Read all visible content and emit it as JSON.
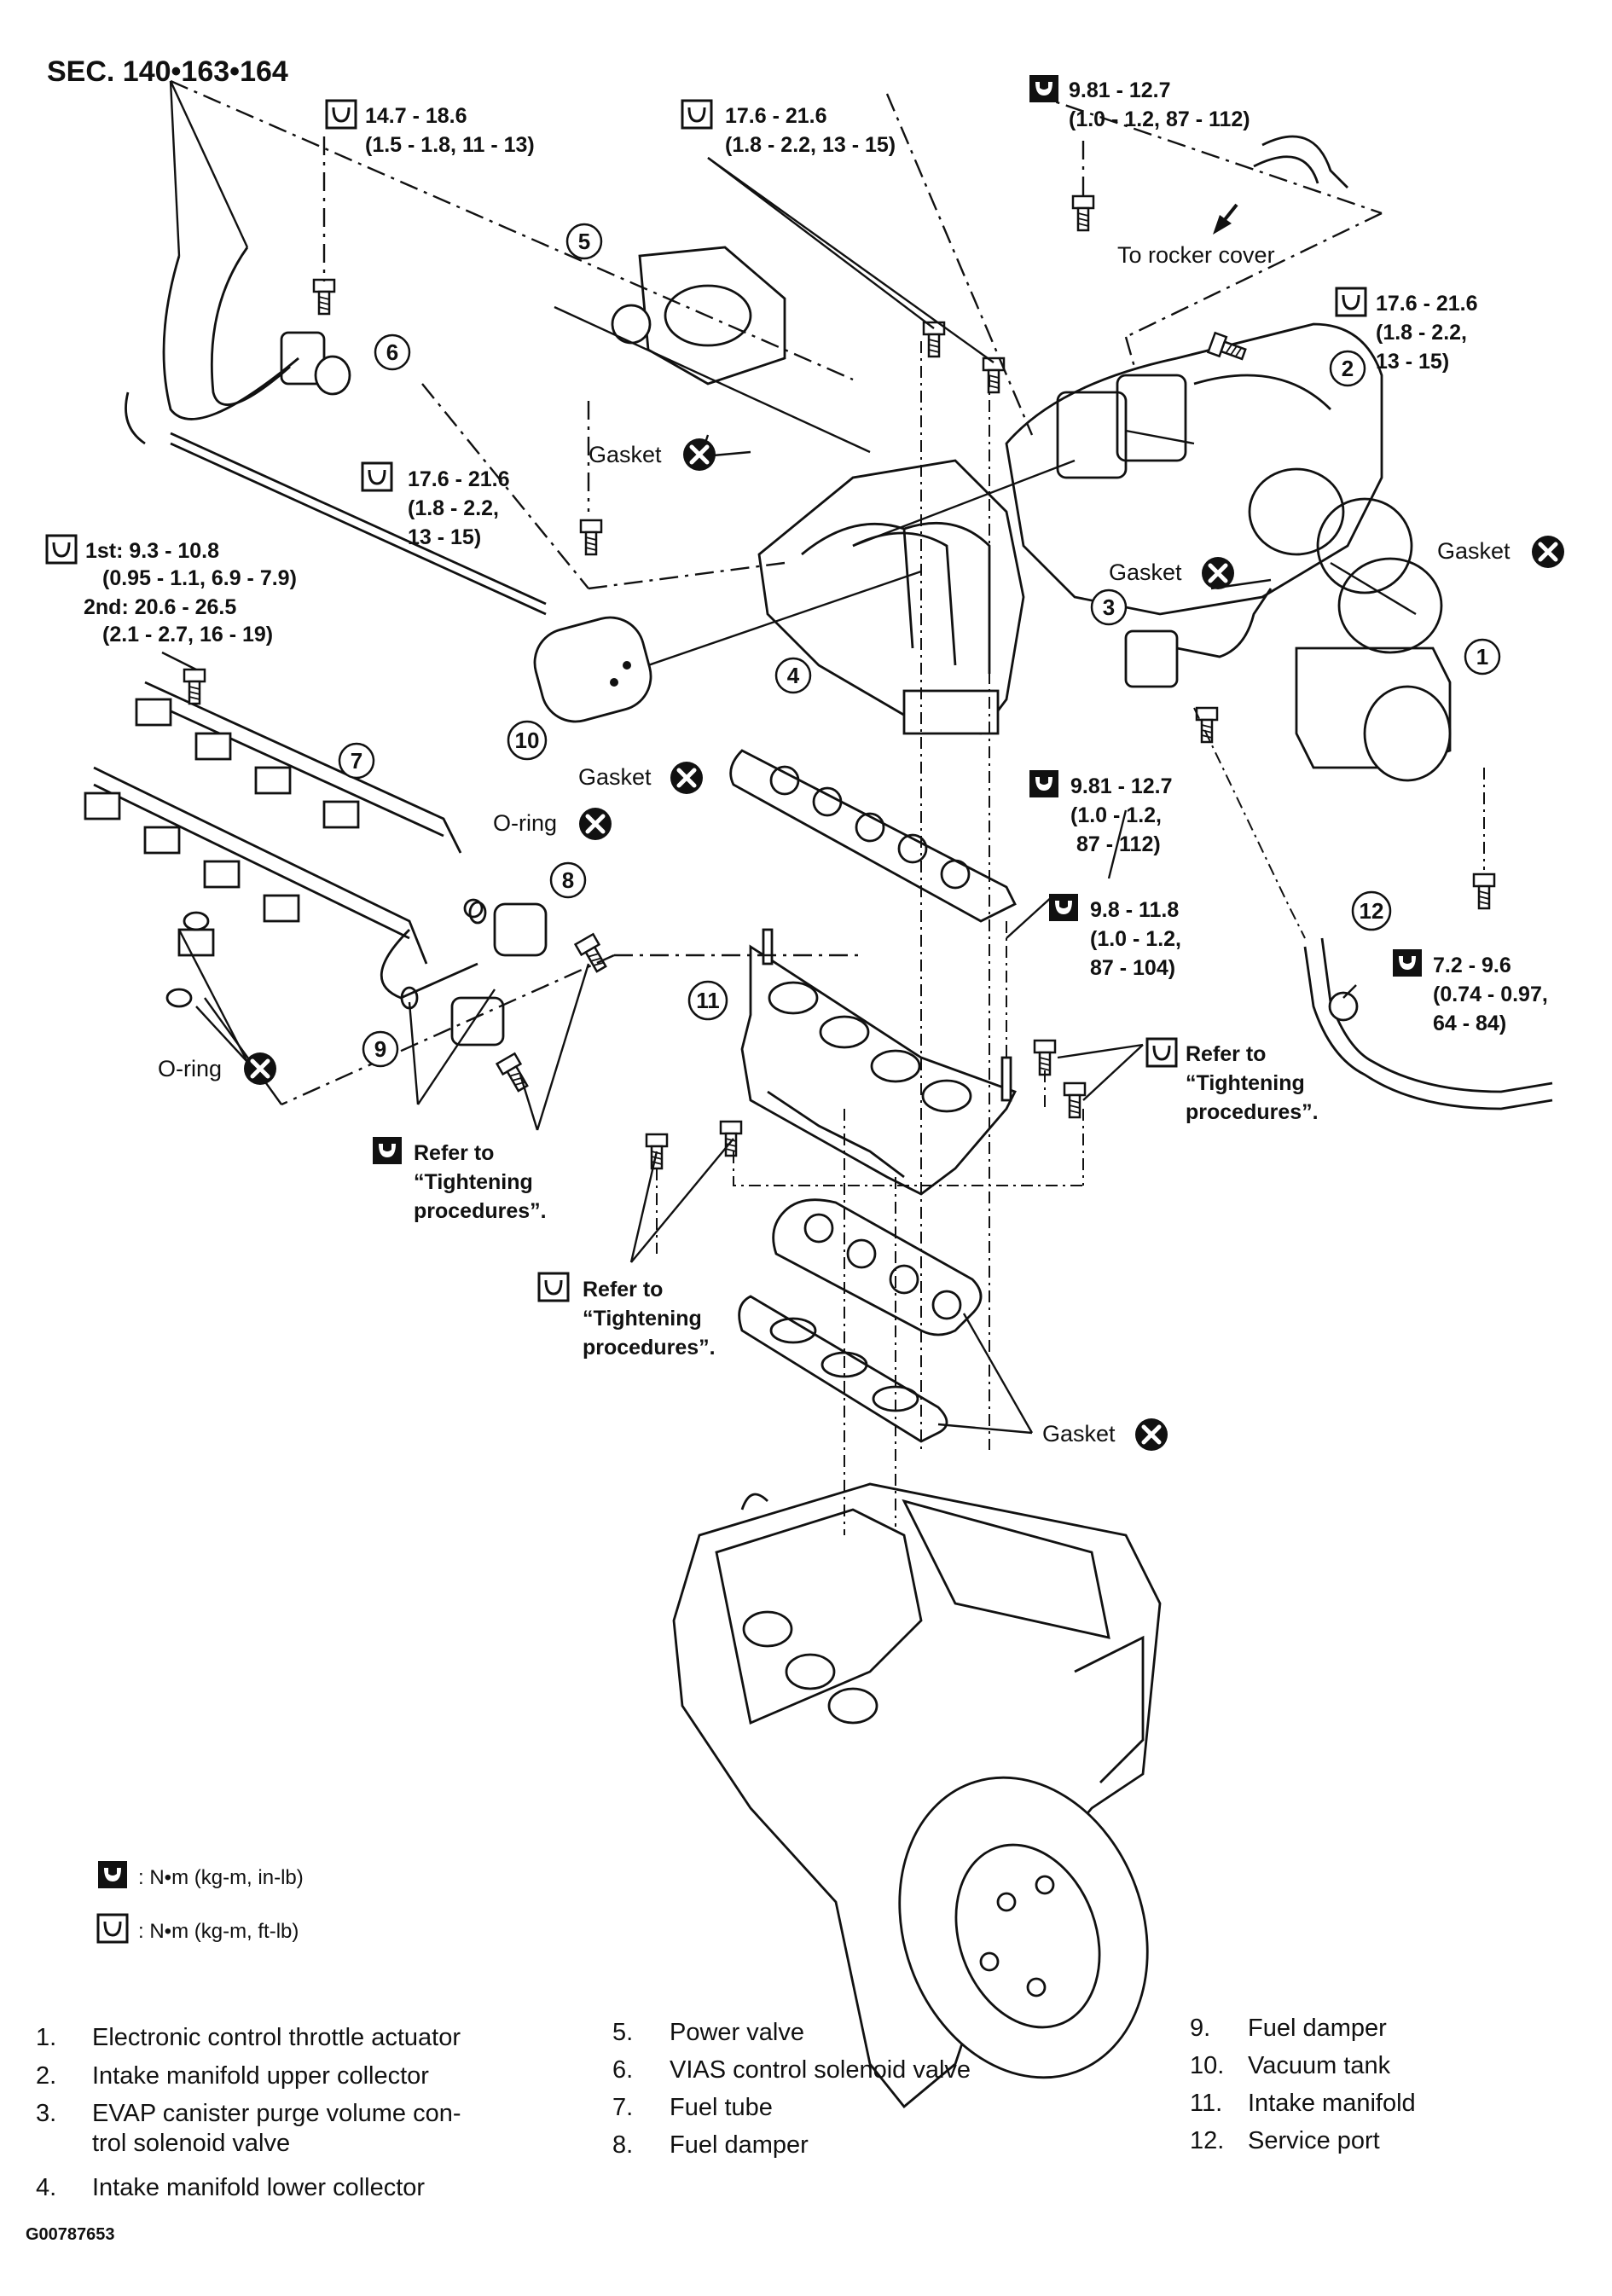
{
  "section": "SEC. 140•163•164",
  "torques": {
    "t6": {
      "l1": "14.7 - 18.6",
      "l2": "(1.5 - 1.8, 11 - 13)"
    },
    "t5": {
      "l1": "17.6 - 21.6",
      "l2": "(1.8 - 2.2, 13 - 15)"
    },
    "tTop": {
      "l1": "9.81 - 12.7",
      "l2": "(1.0 - 1.2, 87 - 112)"
    },
    "t2": {
      "l1": "17.6 - 21.6",
      "l2": "(1.8 - 2.2,",
      "l3": "13 - 15)"
    },
    "t10": {
      "l1": "17.6 - 21.6",
      "l2": "(1.8 - 2.2,",
      "l3": "13 - 15)"
    },
    "tRail": {
      "l1": "1st: 9.3 - 10.8",
      "l2": "(0.95 - 1.1, 6.9 - 7.9)",
      "l3": "2nd: 20.6 - 26.5",
      "l4": "(2.1 - 2.7, 16 - 19)"
    },
    "t3": {
      "l1": "9.81 - 12.7",
      "l2": "(1.0 - 1.2,",
      "l3": "87 - 112)"
    },
    "t11": {
      "l1": "9.8 - 11.8",
      "l2": "(1.0 - 1.2,",
      "l3": "87 - 104)"
    },
    "t12": {
      "l1": "7.2 - 9.6",
      "l2": "(0.74 - 0.97,",
      "l3": "64 - 84)"
    }
  },
  "notes": {
    "to_rocker": "To rocker cover",
    "gasket": "Gasket",
    "oring": "O-ring",
    "refer_l1": "Refer to",
    "refer_l2": "“Tightening",
    "refer_l3": "procedures”."
  },
  "callouts": [
    "1",
    "2",
    "3",
    "4",
    "5",
    "6",
    "7",
    "8",
    "9",
    "10",
    "11",
    "12"
  ],
  "legend": {
    "inlb": ": N•m (kg-m, in-lb)",
    "ftlb": ": N•m (kg-m, ft-lb)"
  },
  "parts_list": [
    {
      "num": "1.",
      "l1": "Electronic control throttle actuator",
      "l2": ""
    },
    {
      "num": "2.",
      "l1": "Intake manifold upper collector",
      "l2": ""
    },
    {
      "num": "3.",
      "l1": "EVAP canister purge volume con-",
      "l2": "trol solenoid valve"
    },
    {
      "num": "4.",
      "l1": "Intake manifold lower collector",
      "l2": ""
    },
    {
      "num": "5.",
      "l1": "Power valve",
      "l2": ""
    },
    {
      "num": "6.",
      "l1": "VIAS control solenoid valve",
      "l2": ""
    },
    {
      "num": "7.",
      "l1": "Fuel tube",
      "l2": ""
    },
    {
      "num": "8.",
      "l1": "Fuel damper",
      "l2": ""
    },
    {
      "num": "9.",
      "l1": "Fuel damper",
      "l2": ""
    },
    {
      "num": "10.",
      "l1": "Vacuum tank",
      "l2": ""
    },
    {
      "num": "11.",
      "l1": "Intake manifold",
      "l2": ""
    },
    {
      "num": "12.",
      "l1": "Service port",
      "l2": ""
    }
  ],
  "figure_code": "G00787653"
}
